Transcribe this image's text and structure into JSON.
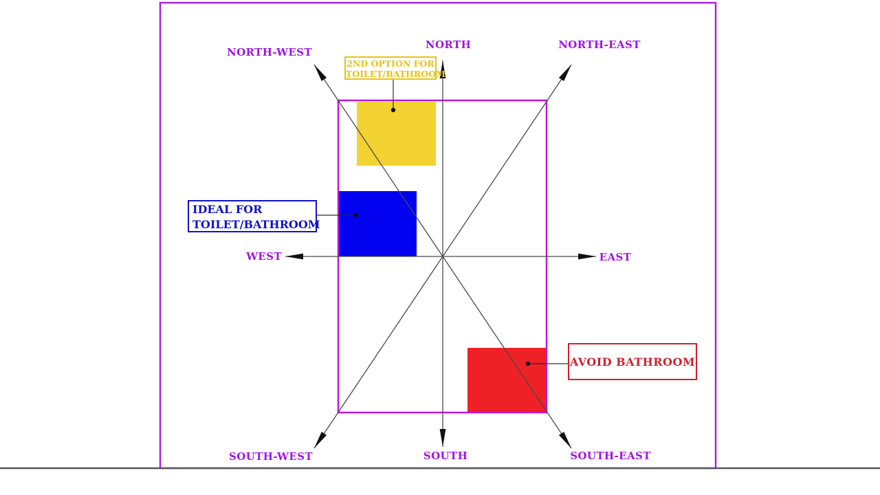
{
  "compass": {
    "north": "NORTH",
    "north_east": "NORTH-EAST",
    "north_west": "NORTH-WEST",
    "east": "EAST",
    "west": "WEST",
    "south": "SOUTH",
    "south_east": "SOUTH-EAST",
    "south_west": "SOUTH-WEST"
  },
  "annotations": {
    "second_option": {
      "line1": "2ND OPTION FOR",
      "line2": "TOILET/BATHROOM"
    },
    "ideal": {
      "line1": "IDEAL FOR",
      "line2": "TOILET/BATHROOM"
    },
    "avoid": {
      "label": "AVOID BATHROOM"
    }
  },
  "colors": {
    "direction_label": "#a112e8",
    "outer_border": "#a51be8",
    "plot_border": "#c011e0",
    "compass_line": "#4a4a4a",
    "arrowhead": "#111111",
    "ground_line": "#58585a",
    "second_option_zone": "#f2d331",
    "second_option_note": "#e9c215",
    "ideal_zone": "#0202f0",
    "ideal_note": "#1212c8",
    "avoid_zone": "#ee2126",
    "avoid_note": "#d21f2c"
  }
}
